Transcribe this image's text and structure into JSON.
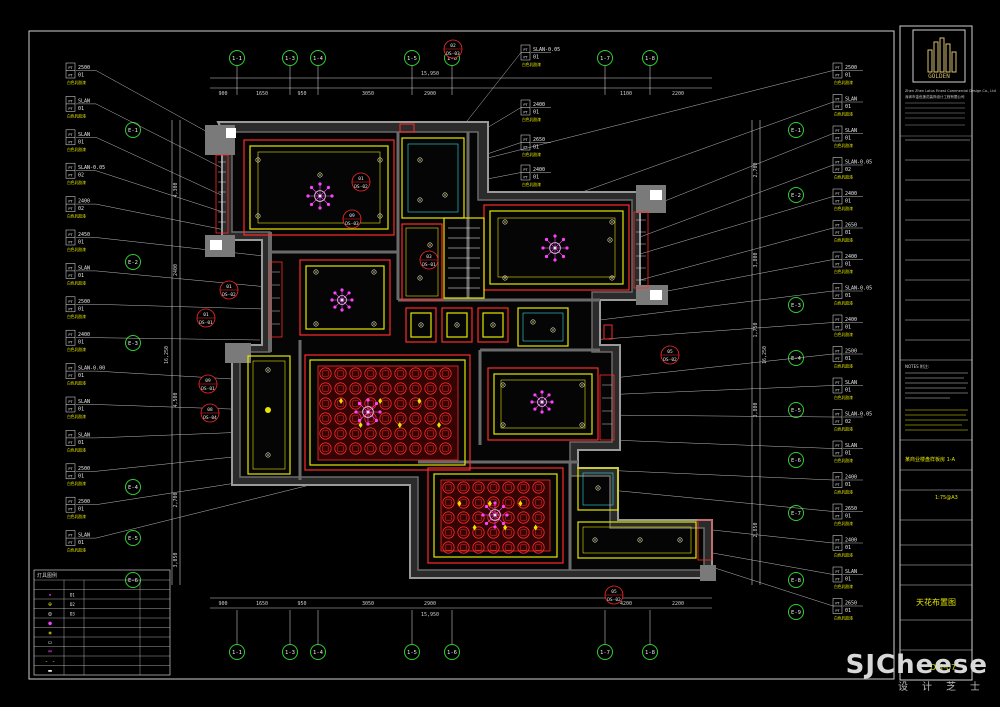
{
  "colors": {
    "bg": "#000000",
    "frame": "#cfcfcf",
    "wall": "#7f7f7f",
    "yellow": "#e6e600",
    "red": "#ff2a2a",
    "green": "#2fd02f",
    "white": "#eaeaea",
    "magenta": "#ff40ff",
    "cyan": "#33dddd",
    "darkred": "#8c0000"
  },
  "grid_labels": {
    "top": [
      "1-1",
      "1-3",
      "1-4",
      "1-5",
      "1-6",
      "1-7",
      "1-8"
    ],
    "bottom": [
      "1-1",
      "1-3",
      "1-4",
      "1-5",
      "1-6",
      "1-7",
      "1-8"
    ],
    "left": [
      "E-1",
      "E-2",
      "E-3",
      "E-4",
      "E-5"
    ],
    "right": [
      "E-1",
      "E-2",
      "E-3",
      "E-4",
      "E-5",
      "E-6",
      "E-7",
      "E-8",
      "E-9"
    ]
  },
  "dimensions": {
    "top_total": "15,950",
    "top": [
      "900",
      "1650",
      "950",
      "3050",
      "2900",
      "1100",
      "2200"
    ],
    "bottom": [
      "900",
      "1650",
      "950",
      "3050",
      "2900",
      "4200",
      "2200"
    ],
    "bottom_total": "15,950",
    "left": [
      "4,300",
      "2400",
      "4,500",
      "2,700",
      "3,050"
    ],
    "left_total": "16,250",
    "right": [
      "2,700",
      "3,800",
      "1,750",
      "3,800",
      "2,850"
    ],
    "right_total": "16,250"
  },
  "tags_left": [
    {
      "code": "2500",
      "mat": "01",
      "note": "白色乳胶漆"
    },
    {
      "code": "SLAN",
      "mat": "01",
      "note": "白色乳胶漆"
    },
    {
      "code": "SLAN",
      "mat": "01",
      "note": "白色乳胶漆"
    },
    {
      "code": "SLAN-0.05",
      "mat": "02",
      "note": "白色乳胶漆"
    },
    {
      "code": "2400",
      "mat": "02",
      "note": "白色乳胶漆"
    },
    {
      "code": "2450",
      "mat": "01",
      "note": "白色乳胶漆"
    },
    {
      "code": "SLAN",
      "mat": "01",
      "note": "白色乳胶漆"
    },
    {
      "code": "2500",
      "mat": "01",
      "note": "白色乳胶漆"
    },
    {
      "code": "2400",
      "mat": "01",
      "note": "白色乳胶漆"
    },
    {
      "code": "SLAN-0.00",
      "mat": "01",
      "note": "白色乳胶漆"
    },
    {
      "code": "SLAN",
      "mat": "01",
      "note": "白色乳胶漆"
    },
    {
      "code": "SLAN",
      "mat": "01",
      "note": "白色乳胶漆"
    },
    {
      "code": "2500",
      "mat": "01",
      "note": "白色乳胶漆"
    },
    {
      "code": "2500",
      "mat": "01",
      "note": "白色乳胶漆"
    },
    {
      "code": "SLAN",
      "mat": "01",
      "note": "白色乳胶漆"
    }
  ],
  "tags_right": [
    {
      "code": "2500",
      "mat": "01",
      "note": "白色乳胶漆"
    },
    {
      "code": "SLAN",
      "mat": "01",
      "note": "白色乳胶漆"
    },
    {
      "code": "SLAN",
      "mat": "01",
      "note": "白色乳胶漆"
    },
    {
      "code": "SLAN-0.05",
      "mat": "02",
      "note": "白色乳胶漆"
    },
    {
      "code": "2400",
      "mat": "01",
      "note": "白色乳胶漆"
    },
    {
      "code": "2650",
      "mat": "01",
      "note": "白色乳胶漆"
    },
    {
      "code": "2400",
      "mat": "01",
      "note": "白色乳胶漆"
    },
    {
      "code": "SLAN-0.05",
      "mat": "01",
      "note": "白色乳胶漆"
    },
    {
      "code": "2400",
      "mat": "01",
      "note": "白色乳胶漆"
    },
    {
      "code": "2500",
      "mat": "01",
      "note": "白色乳胶漆"
    },
    {
      "code": "SLAN",
      "mat": "01",
      "note": "白色乳胶漆"
    },
    {
      "code": "SLAN-0.05",
      "mat": "02",
      "note": "白色乳胶漆"
    },
    {
      "code": "SLAN",
      "mat": "01",
      "note": "白色乳胶漆"
    },
    {
      "code": "2400",
      "mat": "01",
      "note": "白色乳胶漆"
    },
    {
      "code": "2650",
      "mat": "01",
      "note": "白色乳胶漆"
    },
    {
      "code": "2400",
      "mat": "01",
      "note": "白色乳胶漆"
    },
    {
      "code": "SLAN",
      "mat": "01",
      "note": "白色乳胶漆"
    },
    {
      "code": "2650",
      "mat": "01",
      "note": "白色乳胶漆"
    }
  ],
  "tags_top": [
    {
      "code": "SLAN-0.05",
      "mat": "01",
      "note": "白色乳胶漆"
    },
    {
      "code": "2400",
      "mat": "01",
      "note": "白色乳胶漆"
    },
    {
      "code": "2650",
      "mat": "01",
      "note": "白色乳胶漆"
    },
    {
      "code": "2400",
      "mat": "01",
      "note": "白色乳胶漆"
    }
  ],
  "callouts": [
    {
      "num": "02",
      "ref": "DS-03"
    },
    {
      "num": "01",
      "ref": "DS-02"
    },
    {
      "num": "09",
      "ref": "DS-03"
    },
    {
      "num": "03",
      "ref": "DS-01"
    },
    {
      "num": "01",
      "ref": "DS-02"
    },
    {
      "num": "01",
      "ref": "DS-01"
    },
    {
      "num": "09",
      "ref": "DS-01"
    },
    {
      "num": "08",
      "ref": "DS-04"
    },
    {
      "num": "05",
      "ref": "DS-02"
    },
    {
      "num": "05",
      "ref": "DS-02"
    }
  ],
  "legend": {
    "title": "灯具图例",
    "rows": [
      {
        "sym": "",
        "code": "",
        "desc": ""
      },
      {
        "sym": "✦",
        "code": "D1",
        "desc": ""
      },
      {
        "sym": "⊕",
        "code": "D2",
        "desc": ""
      },
      {
        "sym": "◎",
        "code": "D3",
        "desc": ""
      },
      {
        "sym": "●",
        "code": "",
        "desc": ""
      },
      {
        "sym": "❋",
        "code": "",
        "desc": ""
      },
      {
        "sym": "▭",
        "code": "",
        "desc": ""
      },
      {
        "sym": "═",
        "code": "",
        "desc": ""
      },
      {
        "sym": "- -",
        "code": "",
        "desc": ""
      },
      {
        "sym": "▬",
        "code": "",
        "desc": ""
      }
    ]
  },
  "title_block": {
    "logo_text": "GOLDEN",
    "company_lines": [
      "Zhen Zhen Lotus Finest Commercial Design Co., Ltd",
      "深圳市金色莲花装饰设计工程有限公司",
      "",
      "",
      ""
    ],
    "notes_title": "NOTES 附注:",
    "project": "某商业楼盘样板房 1-A",
    "scale": "1:75@A3",
    "drawing_title": "天花布置图",
    "drawing_no": "DM-07"
  },
  "watermark": {
    "name": "SJCheese",
    "sub": "设计芝士"
  }
}
